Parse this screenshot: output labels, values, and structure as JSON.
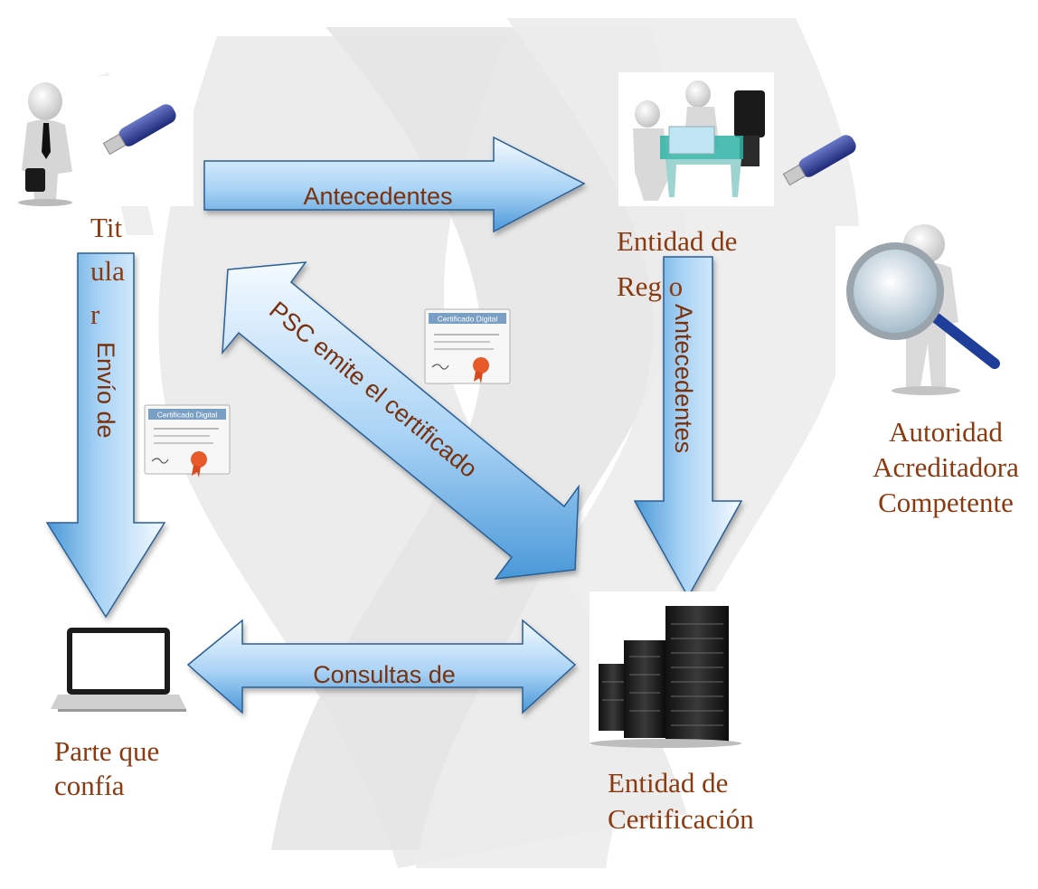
{
  "nodes": {
    "titular": "Tit\nula\nr",
    "entidad_registro": "Entidad de\nReg      o",
    "autoridad": "Autoridad\nAcreditadora\nCompetente",
    "parte_confia": "Parte que\nconfía",
    "entidad_certificacion": "Entidad de\nCertificación"
  },
  "arrows": {
    "antecedentes_top": "Antecedentes",
    "antecedentes_right": "Antecedentes",
    "envio": "Envío de",
    "psc": "PSC emite el certificado",
    "consultas": "Consultas de"
  },
  "certificate_title": "Certificado Digital",
  "colors": {
    "label": "#8b3a10",
    "arrow_fill_light": "#eef6ff",
    "arrow_fill_dark": "#5aa8e6",
    "arrow_stroke": "#2a5f95",
    "watermark": "#ececec"
  }
}
